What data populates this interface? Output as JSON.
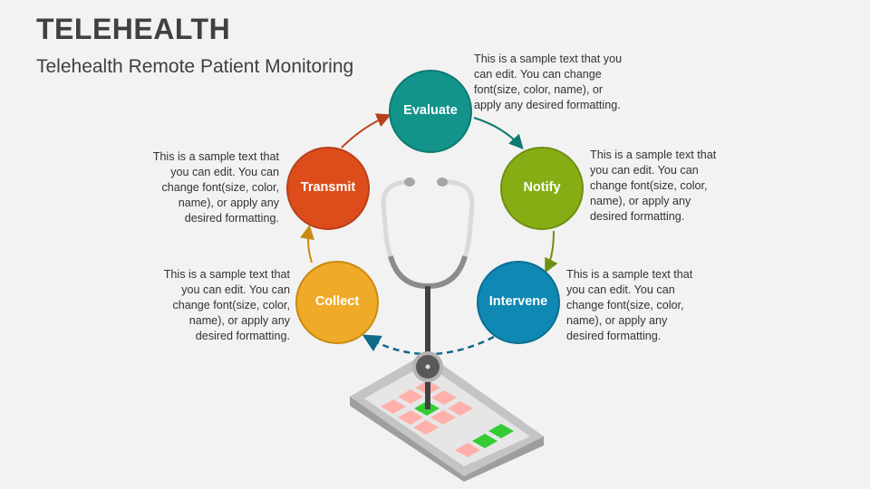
{
  "header": {
    "title": "TELEHEALTH",
    "subtitle": "Telehealth Remote Patient Monitoring"
  },
  "steps": [
    {
      "label": "Evaluate",
      "color": "#12948a",
      "text": "This is a sample text that you can edit. You can change font(size, color, name), or apply any desired formatting."
    },
    {
      "label": "Notify",
      "color": "#86ad14",
      "text": "This is a sample text that you can edit. You can change font(size, color, name), or apply any desired formatting."
    },
    {
      "label": "Intervene",
      "color": "#0f88b3",
      "text": "This is a sample text that you can edit. You can change font(size, color, name), or apply any desired formatting."
    },
    {
      "label": "Collect",
      "color": "#f0aa2a",
      "text": "This is a sample text that you can edit. You can change font(size, color, name), or apply any desired formatting."
    },
    {
      "label": "Transmit",
      "color": "#dc4d1b",
      "text": "This is a sample text that you can edit. You can change font(size, color, name), or apply any desired formatting."
    }
  ]
}
